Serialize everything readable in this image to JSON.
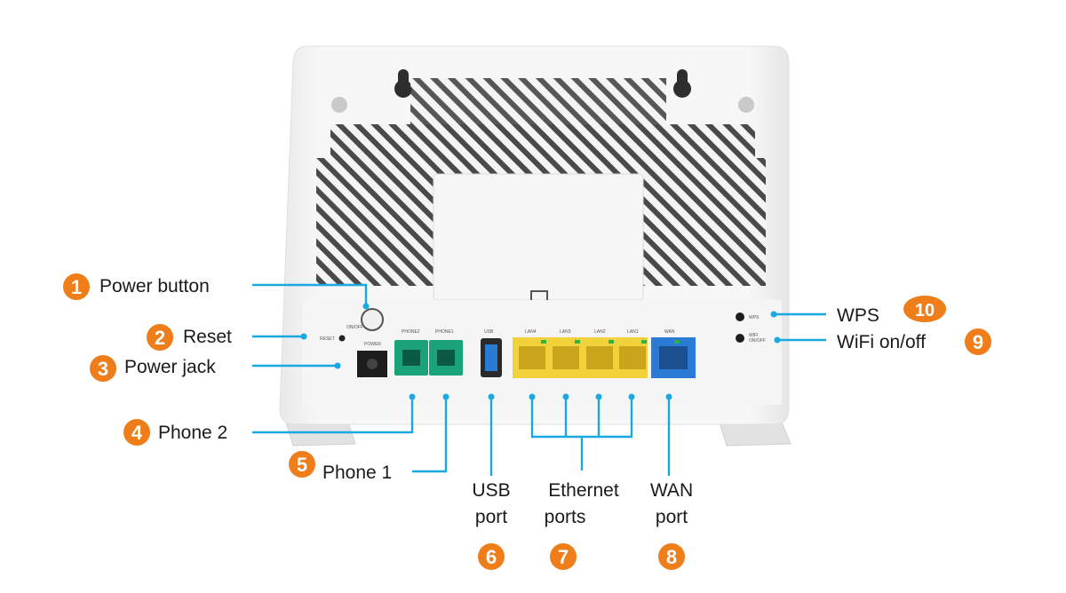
{
  "colors": {
    "accent_orange": "#EF7D1A",
    "leader_blue": "#1BA8E0",
    "port_green": "#1AA37A",
    "port_yellow": "#F2D23A",
    "port_blue": "#2A7BD5",
    "device_body": "#F4F4F4",
    "vent_stripe": "#3A3A3A"
  },
  "callouts": [
    {
      "number": "1",
      "label": "Power button"
    },
    {
      "number": "2",
      "label": "Reset"
    },
    {
      "number": "3",
      "label": "Power jack"
    },
    {
      "number": "4",
      "label": "Phone 2"
    },
    {
      "number": "5",
      "label": "Phone 1"
    },
    {
      "number": "6",
      "label_line1": "USB",
      "label_line2": "port"
    },
    {
      "number": "7",
      "label_line1": "Ethernet",
      "label_line2": "ports"
    },
    {
      "number": "8",
      "label_line1": "WAN",
      "label_line2": "port"
    },
    {
      "number": "9",
      "label": "WiFi on/off"
    },
    {
      "number": "10",
      "label": "WPS"
    }
  ],
  "panel_labels": {
    "on_off": "ON/OFF",
    "reset": "RESET",
    "power": "POWER",
    "phone2": "PHONE2",
    "phone1": "PHONE1",
    "usb": "USB",
    "lan4": "LAN4",
    "lan3": "LAN3",
    "lan2": "LAN2",
    "lan1": "LAN1",
    "wan": "WAN",
    "wps": "WPS",
    "wifi_onoff_line1": "WIFI",
    "wifi_onoff_line2": "ON/OFF"
  }
}
